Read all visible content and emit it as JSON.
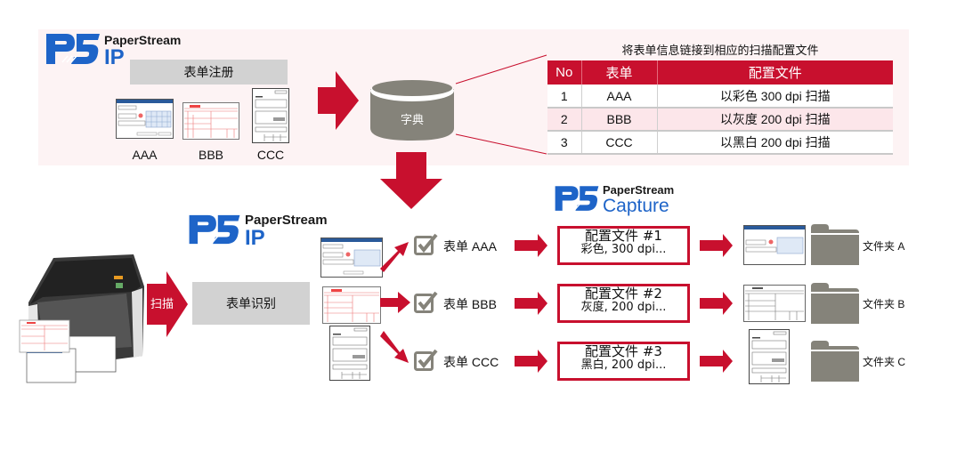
{
  "colors": {
    "accent_red": "#c8102e",
    "band_bg": "#fdf3f4",
    "gray_box": "#d2d2d2",
    "cylinder_gray": "#85837a",
    "folder_gray": "#85837a",
    "logo_blue": "#1e64c8",
    "alt_row": "#fce6ea"
  },
  "top_section": {
    "logo": {
      "brand": "PaperStream",
      "product": "IP",
      "icon": "paperstream-logo-icon"
    },
    "registration_label": "表单注册",
    "forms": [
      {
        "label": "AAA",
        "style": "blue"
      },
      {
        "label": "BBB",
        "style": "red"
      },
      {
        "label": "CCC",
        "style": "black"
      }
    ],
    "dictionary_label": "字典",
    "table": {
      "title": "将表单信息链接到相应的扫描配置文件",
      "columns": [
        "No",
        "表单",
        "配置文件"
      ],
      "rows": [
        [
          "1",
          "AAA",
          "以彩色 300 dpi 扫描"
        ],
        [
          "2",
          "BBB",
          "以灰度 200 dpi 扫描"
        ],
        [
          "3",
          "CCC",
          "以黑白 200 dpi 扫描"
        ]
      ]
    }
  },
  "bottom_section": {
    "ip_logo": {
      "brand": "PaperStream",
      "product": "IP"
    },
    "capture_logo": {
      "brand": "PaperStream",
      "product": "Capture"
    },
    "scan_label": "扫描",
    "recognition_label": "表单识别",
    "results": [
      {
        "form": "表单 AAA",
        "profile_title": "配置文件 #1",
        "profile_detail": "彩色, 300 dpi...",
        "folder": "文件夹 A",
        "style": "blue"
      },
      {
        "form": "表单 BBB",
        "profile_title": "配置文件 #2",
        "profile_detail": "灰度, 200 dpi...",
        "folder": "文件夹 B",
        "style": "red"
      },
      {
        "form": "表单 CCC",
        "profile_title": "配置文件 #3",
        "profile_detail": "黑白, 200 dpi...",
        "folder": "文件夹 C",
        "style": "black"
      }
    ]
  }
}
